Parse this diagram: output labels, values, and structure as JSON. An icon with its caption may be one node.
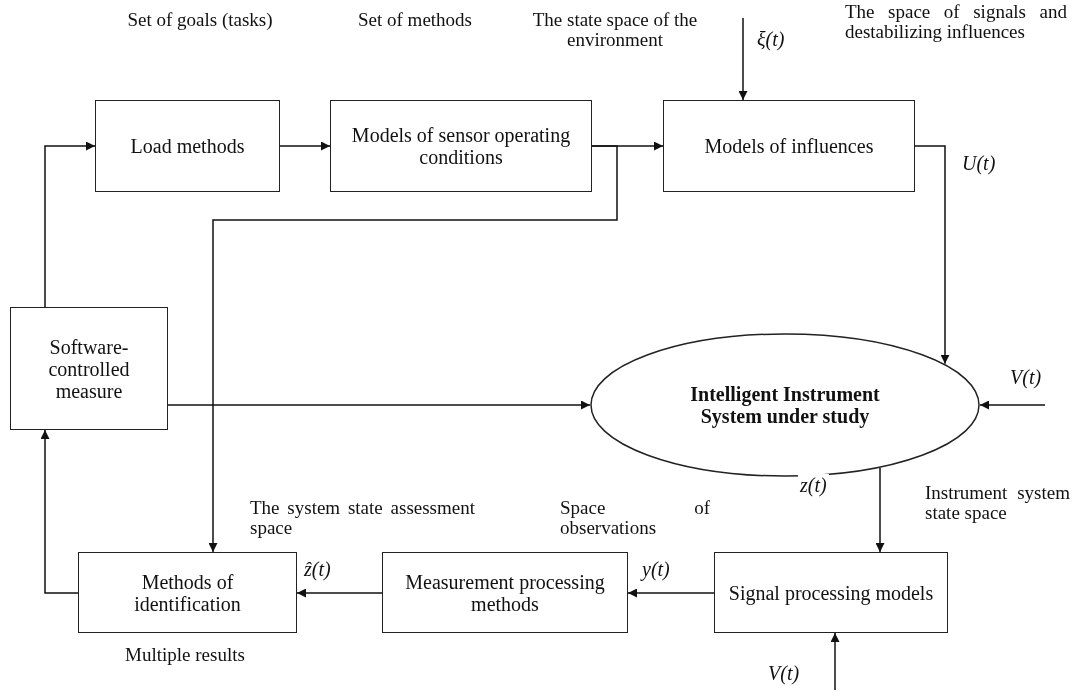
{
  "diagram": {
    "nodes": [
      {
        "text": [
          "Load methods"
        ]
      },
      {
        "text": [
          "Models of sensor operating conditions"
        ]
      },
      {
        "text": [
          "Models of influences"
        ]
      },
      {
        "text": [
          "Software-controlled measure"
        ]
      },
      {
        "text": [
          "Intelligent Instrument System under study"
        ]
      },
      {
        "text": [
          "Methods of identification"
        ]
      },
      {
        "text": [
          "Measurement processing methods"
        ]
      },
      {
        "text": [
          "Signal processing models"
        ]
      }
    ],
    "edges": [
      {
        "from": 0,
        "to": 1,
        "arrow": "to"
      },
      {
        "from": 1,
        "to": 2,
        "arrow": "to"
      },
      {
        "from": null,
        "to": 2,
        "arrow": "to",
        "label": "ξ(t)"
      },
      {
        "from": 2,
        "to": 4,
        "arrow": "to",
        "label": "U(t)"
      },
      {
        "from": null,
        "to": 4,
        "arrow": "to",
        "label": "V(t)"
      },
      {
        "from": 3,
        "to": 4,
        "arrow": "to"
      },
      {
        "from": 3,
        "to": 0,
        "arrow": "to"
      },
      {
        "from": 1,
        "to": 5,
        "arrow": "to"
      },
      {
        "from": 4,
        "to": 7,
        "arrow": "to",
        "label": "z(t)"
      },
      {
        "from": 7,
        "to": 6,
        "arrow": "to",
        "label": "y(t)"
      },
      {
        "from": 6,
        "to": 5,
        "arrow": "to",
        "label": "ẑ(t)"
      },
      {
        "from": 5,
        "to": 3,
        "arrow": "to"
      },
      {
        "from": null,
        "to": 7,
        "arrow": "to",
        "label": "V(t)"
      }
    ],
    "labels": [
      "Set of goals (tasks)",
      "Set of methods",
      "The state space of the environment",
      "The space of signals and destabilizing influences",
      "Instrument system state space",
      "The system state assessment space",
      "Space of observations",
      "Multiple results"
    ]
  }
}
